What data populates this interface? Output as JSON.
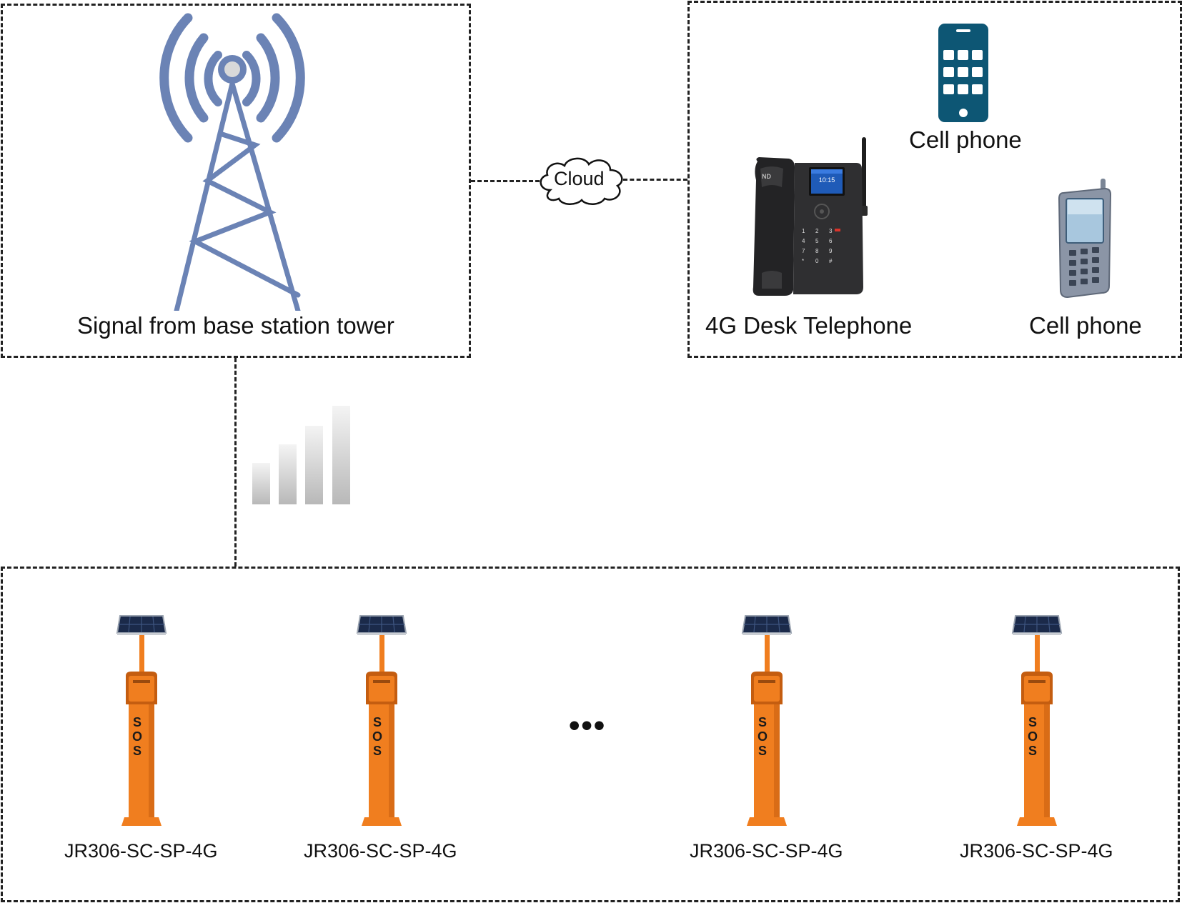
{
  "tower": {
    "label": "Signal from base station tower"
  },
  "cloud": {
    "label": "Cloud"
  },
  "phones": {
    "top_phone_label": "Cell phone",
    "desk_phone_label": "4G Desk Telephone",
    "bottom_phone_label": "Cell phone",
    "desk_screen_time": "10:15",
    "desk_brand": "ND"
  },
  "keypad": [
    "1",
    "2",
    "3",
    "4",
    "5",
    "6",
    "7",
    "8",
    "9",
    "*",
    "0",
    "#"
  ],
  "terminals": [
    {
      "label": "JR306-SC-SP-4G",
      "sos": "SOS"
    },
    {
      "label": "JR306-SC-SP-4G",
      "sos": "SOS"
    },
    {
      "label": "JR306-SC-SP-4G",
      "sos": "SOS"
    },
    {
      "label": "JR306-SC-SP-4G",
      "sos": "SOS"
    }
  ],
  "ellipsis": "•••",
  "colors": {
    "tower_blue": "#6B83B5",
    "phone_teal": "#0D5674",
    "terminal_orange": "#F07E1F",
    "dashed_line": "#222222"
  }
}
